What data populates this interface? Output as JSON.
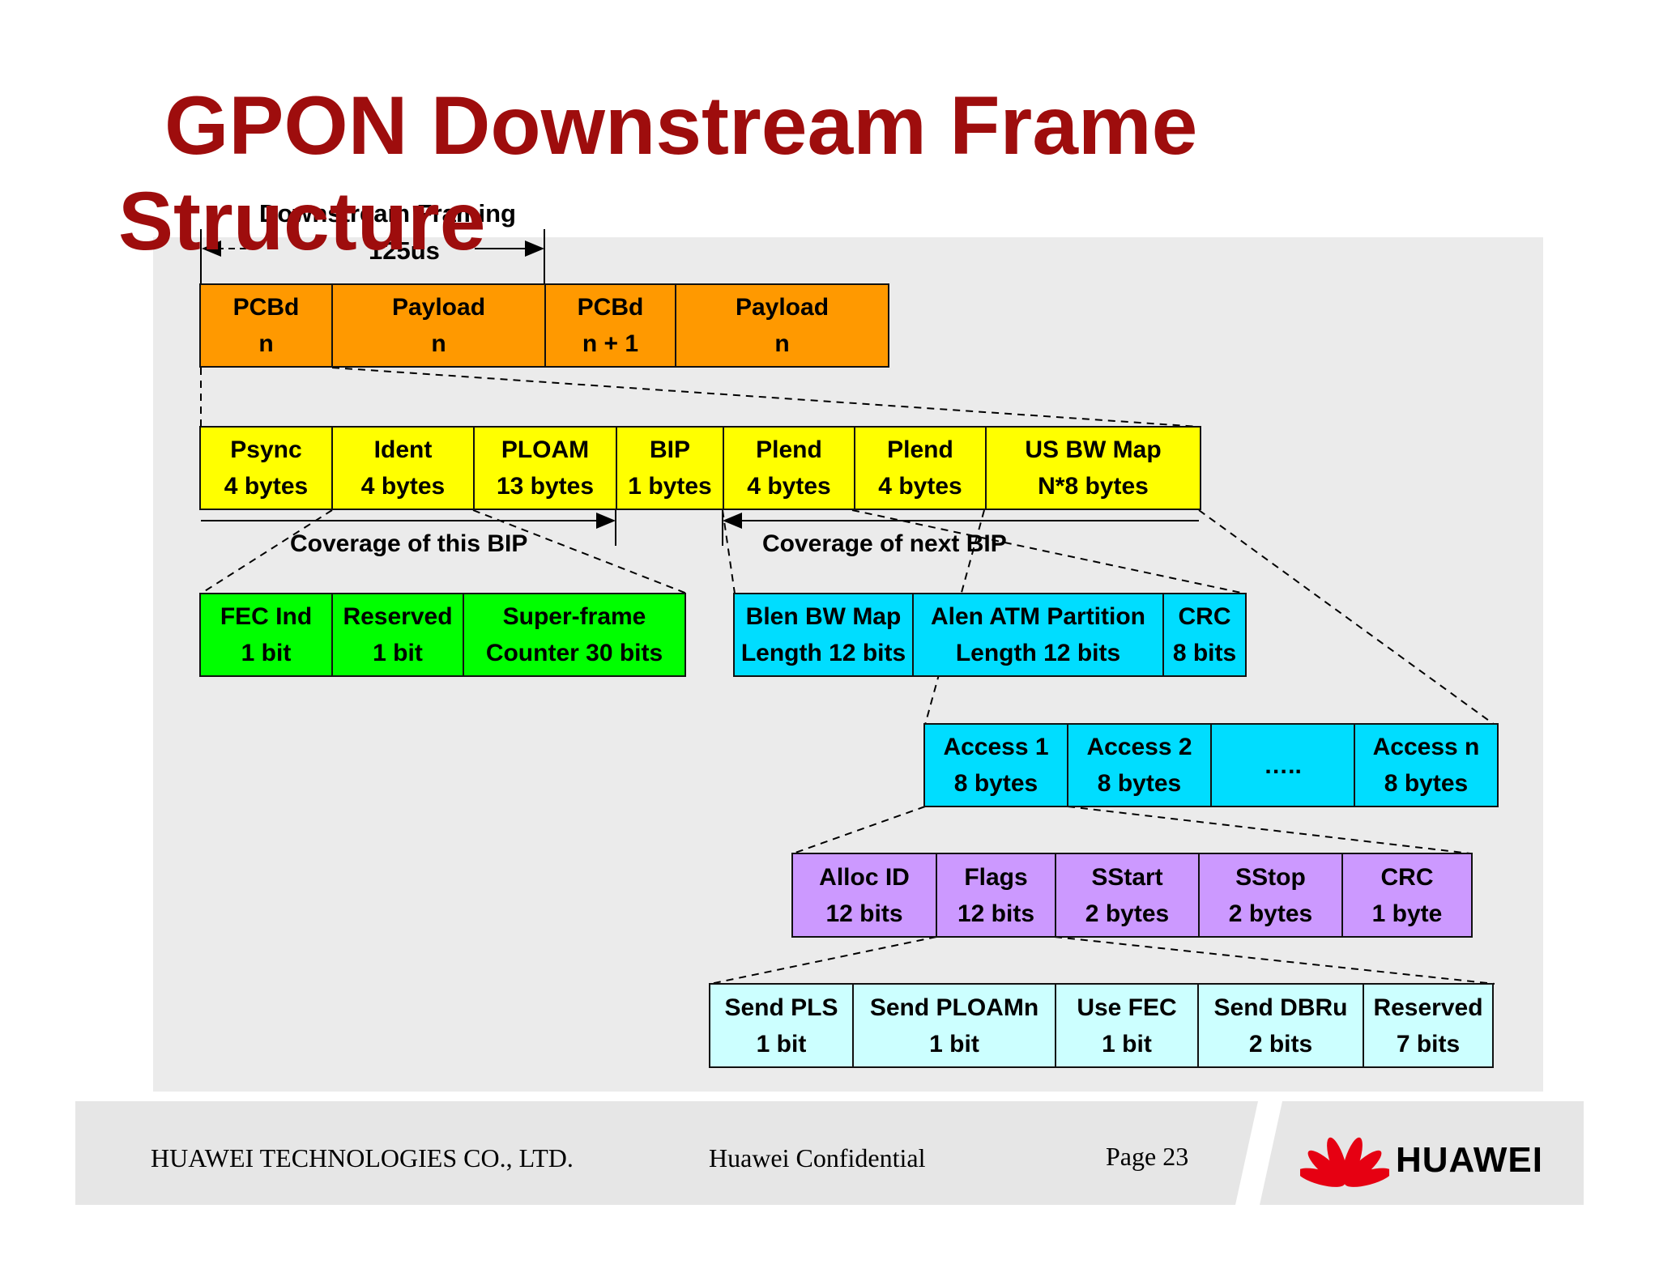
{
  "title": {
    "line1": "GPON Downstream Frame",
    "line2": "Structure"
  },
  "frame": {
    "label": "Downstream Framing",
    "time": "125us"
  },
  "rows": {
    "frames": [
      {
        "l1": "PCBd",
        "l2": "n"
      },
      {
        "l1": "Payload",
        "l2": "n"
      },
      {
        "l1": "PCBd",
        "l2": "n + 1"
      },
      {
        "l1": "Payload",
        "l2": "n"
      }
    ],
    "pcbd": [
      {
        "l1": "Psync",
        "l2": "4 bytes"
      },
      {
        "l1": "Ident",
        "l2": "4 bytes"
      },
      {
        "l1": "PLOAM",
        "l2": "13 bytes"
      },
      {
        "l1": "BIP",
        "l2": "1 bytes"
      },
      {
        "l1": "Plend",
        "l2": "4 bytes"
      },
      {
        "l1": "Plend",
        "l2": "4 bytes"
      },
      {
        "l1": "US BW Map",
        "l2": "N*8 bytes"
      }
    ],
    "ident": [
      {
        "l1": "FEC Ind",
        "l2": "1 bit"
      },
      {
        "l1": "Reserved",
        "l2": "1 bit"
      },
      {
        "l1": "Super-frame",
        "l2": "Counter 30 bits"
      }
    ],
    "plend": [
      {
        "l1": "Blen BW Map",
        "l2": "Length 12 bits"
      },
      {
        "l1": "Alen ATM Partition",
        "l2": "Length 12 bits"
      },
      {
        "l1": "CRC",
        "l2": "8 bits"
      }
    ],
    "access": [
      {
        "l1": "Access 1",
        "l2": "8 bytes"
      },
      {
        "l1": "Access 2",
        "l2": "8 bytes"
      },
      {
        "l1": "…..",
        "l2": ""
      },
      {
        "l1": "Access n",
        "l2": "8 bytes"
      }
    ],
    "alloc": [
      {
        "l1": "Alloc ID",
        "l2": "12 bits"
      },
      {
        "l1": "Flags",
        "l2": "12 bits"
      },
      {
        "l1": "SStart",
        "l2": "2 bytes"
      },
      {
        "l1": "SStop",
        "l2": "2 bytes"
      },
      {
        "l1": "CRC",
        "l2": "1 byte"
      }
    ],
    "flags": [
      {
        "l1": "Send PLS",
        "l2": "1 bit"
      },
      {
        "l1": "Send PLOAMn",
        "l2": "1 bit"
      },
      {
        "l1": "Use FEC",
        "l2": "1 bit"
      },
      {
        "l1": "Send DBRu",
        "l2": "2 bits"
      },
      {
        "l1": "Reserved",
        "l2": "7 bits"
      }
    ]
  },
  "coverage": {
    "this": "Coverage of this BIP",
    "next": "Coverage of next BIP"
  },
  "footer": {
    "company": "HUAWEI TECHNOLOGIES CO., LTD.",
    "confidential": "Huawei Confidential",
    "page": "Page 23",
    "logo": "HUAWEI"
  },
  "colors": {
    "title": "#9e0d0d",
    "orange": "#ff9900",
    "yellow": "#ffff00",
    "green": "#00ff00",
    "cyan": "#00ddff",
    "purple": "#cc99ff",
    "lightcyan": "#ccffff",
    "logo_red": "#e60012"
  }
}
